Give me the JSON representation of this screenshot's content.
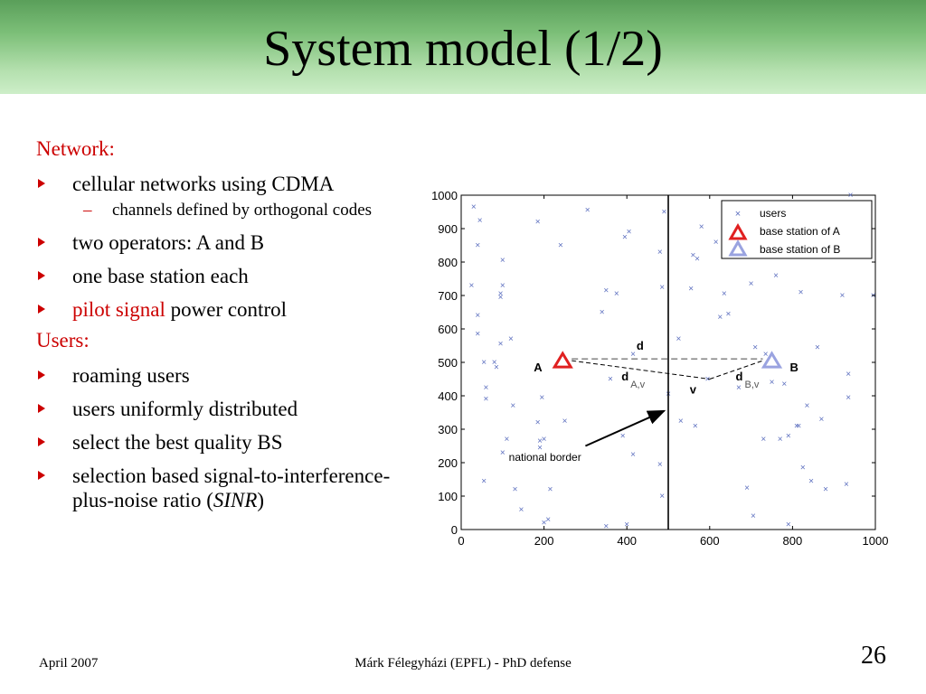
{
  "slide": {
    "title": "System model (1/2)",
    "sections": [
      {
        "label": "Network:",
        "items": [
          {
            "text": "cellular networks using CDMA",
            "subitems": [
              "channels defined by orthogonal codes"
            ]
          },
          {
            "text": "two operators: A and B"
          },
          {
            "text": "one base station each"
          },
          {
            "highlight": "pilot signal",
            "text": " power control"
          }
        ]
      },
      {
        "label": "Users:",
        "items": [
          {
            "text": "roaming users"
          },
          {
            "text": "users uniformly distributed"
          },
          {
            "text": "select the best quality BS"
          },
          {
            "text": "selection based signal-to-interference-plus-noise ratio (",
            "italic": "SINR",
            "after": ")"
          }
        ]
      }
    ]
  },
  "footer": {
    "date": "April 2007",
    "author": "Márk Félegyházi (EPFL) - PhD defense",
    "page": "26"
  },
  "colors": {
    "accent": "#cc0000",
    "users": "#5c6fbf",
    "station_a": "#e02020",
    "station_b": "#9aa3e0"
  },
  "chart_data": {
    "type": "scatter",
    "xlim": [
      0,
      1000
    ],
    "ylim": [
      0,
      1000
    ],
    "xticks": [
      "0",
      "200",
      "400",
      "600",
      "800",
      "1000"
    ],
    "yticks": [
      "0",
      "100",
      "200",
      "300",
      "400",
      "500",
      "600",
      "700",
      "800",
      "900",
      "1000"
    ],
    "legend": {
      "placement": "top-right",
      "entries": [
        "users",
        "base station of A",
        "base station of B"
      ]
    },
    "border_x": 500,
    "annotations": {
      "A": "A",
      "B": "B",
      "d": "d",
      "dAv": "d",
      "dAv_sub": "A,v",
      "dBv": "d",
      "dBv_sub": "B,v",
      "v": "v",
      "border": "national border"
    },
    "station_a": {
      "x": 245,
      "y": 505
    },
    "station_b": {
      "x": 750,
      "y": 505
    },
    "user_v": {
      "x": 600,
      "y": 450
    },
    "users": [
      [
        30,
        965
      ],
      [
        40,
        850
      ],
      [
        45,
        925
      ],
      [
        25,
        730
      ],
      [
        40,
        640
      ],
      [
        40,
        585
      ],
      [
        55,
        500
      ],
      [
        60,
        425
      ],
      [
        60,
        390
      ],
      [
        55,
        145
      ],
      [
        80,
        500
      ],
      [
        85,
        485
      ],
      [
        95,
        705
      ],
      [
        95,
        695
      ],
      [
        95,
        555
      ],
      [
        100,
        805
      ],
      [
        100,
        730
      ],
      [
        100,
        230
      ],
      [
        110,
        270
      ],
      [
        120,
        570
      ],
      [
        125,
        370
      ],
      [
        130,
        120
      ],
      [
        145,
        60
      ],
      [
        185,
        920
      ],
      [
        185,
        320
      ],
      [
        190,
        265
      ],
      [
        190,
        245
      ],
      [
        195,
        395
      ],
      [
        200,
        20
      ],
      [
        200,
        270
      ],
      [
        210,
        30
      ],
      [
        215,
        120
      ],
      [
        240,
        850
      ],
      [
        250,
        325
      ],
      [
        305,
        955
      ],
      [
        340,
        650
      ],
      [
        350,
        715
      ],
      [
        350,
        10
      ],
      [
        360,
        450
      ],
      [
        375,
        705
      ],
      [
        390,
        280
      ],
      [
        395,
        875
      ],
      [
        405,
        890
      ],
      [
        415,
        525
      ],
      [
        400,
        15
      ],
      [
        415,
        225
      ],
      [
        480,
        830
      ],
      [
        480,
        195
      ],
      [
        485,
        100
      ],
      [
        485,
        725
      ],
      [
        490,
        950
      ],
      [
        500,
        405
      ],
      [
        525,
        570
      ],
      [
        530,
        325
      ],
      [
        555,
        720
      ],
      [
        560,
        820
      ],
      [
        565,
        310
      ],
      [
        570,
        810
      ],
      [
        580,
        905
      ],
      [
        595,
        450
      ],
      [
        615,
        860
      ],
      [
        625,
        635
      ],
      [
        635,
        705
      ],
      [
        645,
        645
      ],
      [
        670,
        425
      ],
      [
        690,
        125
      ],
      [
        700,
        735
      ],
      [
        705,
        40
      ],
      [
        710,
        545
      ],
      [
        730,
        270
      ],
      [
        735,
        525
      ],
      [
        750,
        440
      ],
      [
        760,
        760
      ],
      [
        770,
        270
      ],
      [
        780,
        435
      ],
      [
        790,
        280
      ],
      [
        790,
        15
      ],
      [
        810,
        310
      ],
      [
        815,
        310
      ],
      [
        820,
        710
      ],
      [
        825,
        185
      ],
      [
        835,
        370
      ],
      [
        845,
        145
      ],
      [
        860,
        545
      ],
      [
        870,
        330
      ],
      [
        880,
        120
      ],
      [
        920,
        700
      ],
      [
        930,
        135
      ],
      [
        935,
        395
      ],
      [
        935,
        465
      ],
      [
        940,
        1000
      ],
      [
        995,
        700
      ]
    ]
  }
}
